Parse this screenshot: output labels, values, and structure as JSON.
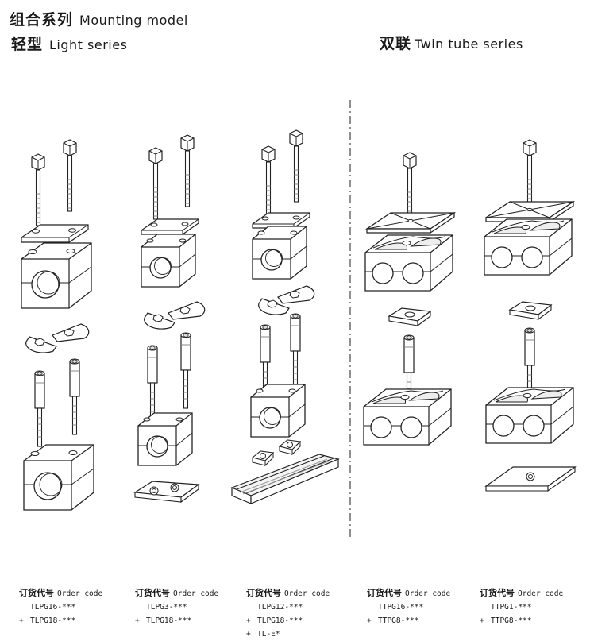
{
  "header": {
    "combo_zh": "组合系列",
    "combo_en": "Mounting model",
    "light_zh": "轻型",
    "light_en": "Light series",
    "twin_zh": "双联",
    "twin_en": "Twin tube series"
  },
  "order_codes": [
    {
      "label_zh": "订货代号",
      "label_en": "Order code",
      "lines": [
        {
          "prefix": "",
          "code": "TLPG16-***"
        },
        {
          "prefix": "+",
          "code": "TLPG18-***"
        }
      ]
    },
    {
      "label_zh": "订货代号",
      "label_en": "Order code",
      "lines": [
        {
          "prefix": "",
          "code": "TLPG3-***"
        },
        {
          "prefix": "+",
          "code": "TLPG18-***"
        }
      ]
    },
    {
      "label_zh": "订货代号",
      "label_en": "Order code",
      "lines": [
        {
          "prefix": "",
          "code": "TLPG12-***"
        },
        {
          "prefix": "+",
          "code": "TLPG18-***"
        },
        {
          "prefix": "+",
          "code": "TL-E*"
        }
      ]
    },
    {
      "label_zh": "订货代号",
      "label_en": "Order code",
      "lines": [
        {
          "prefix": "",
          "code": "TTPG16-***"
        },
        {
          "prefix": "+",
          "code": "TTPG8-***"
        }
      ]
    },
    {
      "label_zh": "订货代号",
      "label_en": "Order code",
      "lines": [
        {
          "prefix": "",
          "code": "TTPG1-***"
        },
        {
          "prefix": "+",
          "code": "TTPG8-***"
        }
      ]
    }
  ],
  "colors": {
    "line": "#222222",
    "fill": "#ffffff",
    "shade": "#e8e8e8"
  }
}
